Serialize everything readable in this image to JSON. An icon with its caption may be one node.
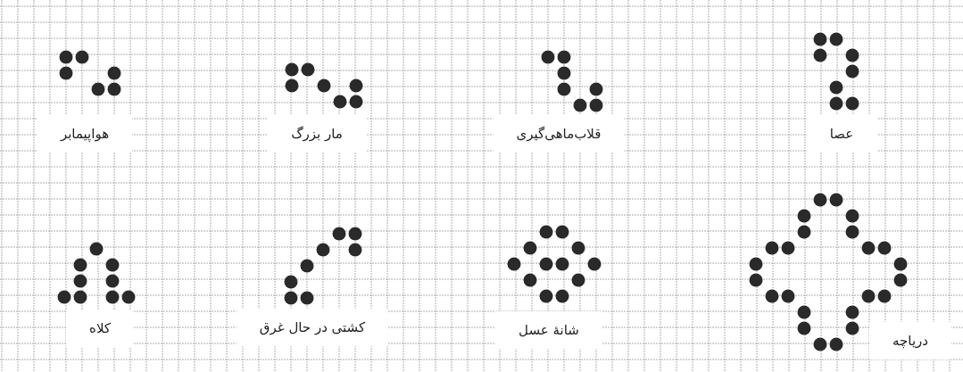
{
  "diagram": {
    "labels": [
      "هواپیمابر",
      "مار بزرگ",
      "قلاب‌ماهی‌گیری",
      "عصا",
      "کلاه",
      "کشتی در حال غرق",
      "شانهٔ عسل",
      "دریاچه"
    ]
  }
}
